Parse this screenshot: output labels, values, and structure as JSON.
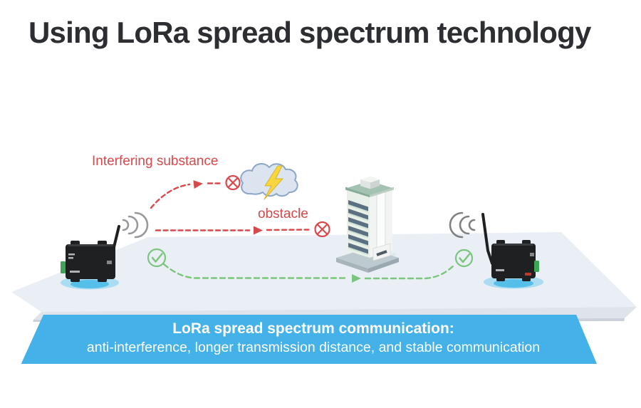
{
  "page": {
    "title": "Using LoRa spread spectrum technology"
  },
  "diagram": {
    "labels": {
      "interference": "Interfering substance",
      "obstacle": "obstacle"
    },
    "icons": {
      "left_device": "lora-module-icon",
      "right_device": "lora-module-icon",
      "signal": "radio-waves-icon",
      "interference_cloud": "storm-cloud-icon",
      "lightning": "lightning-bolt-icon",
      "obstacle_building": "building-icon",
      "blocked": "cross-circle-icon",
      "success": "check-circle-icon"
    }
  },
  "banner": {
    "line1": "LoRa spread spectrum communication:",
    "line2": "anti-interference, longer transmission distance, and stable communication"
  },
  "colors": {
    "title_text": "#2c2e31",
    "error_red": "#d7494b",
    "success_green": "#7cc57e",
    "banner_blue": "#44b1e8",
    "banner_text": "#ffffff",
    "platform": "#eaeff6",
    "platform_edge": "#dfe4eb",
    "cloud_fill": "#dbe4ef",
    "cloud_outline": "#8ca7c6",
    "lightning_yellow": "#f8d73e",
    "device_black": "#1e2022",
    "shadow_blue": "#aadcf2",
    "shadow_blue_deep": "#55bfe9",
    "wave_gray": "#97999c"
  }
}
